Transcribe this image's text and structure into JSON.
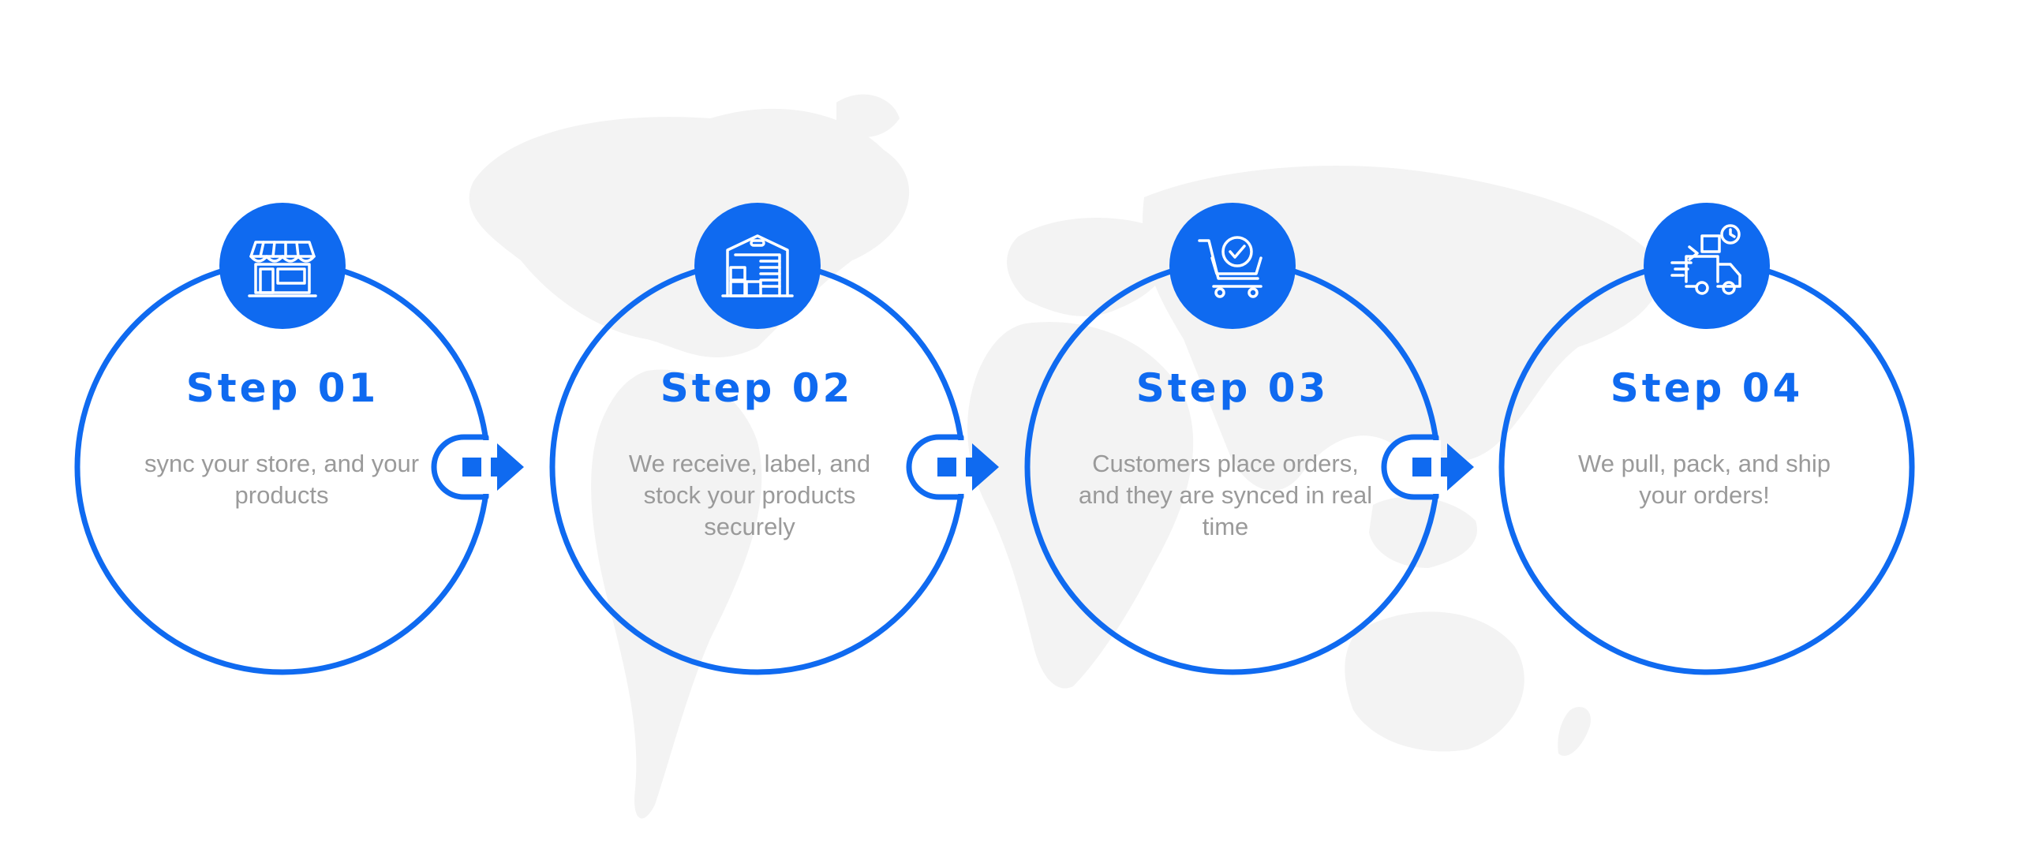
{
  "colors": {
    "accent": "#0f6af0",
    "text_muted": "#9a9a9a",
    "map": "#f3f3f3",
    "background": "#ffffff"
  },
  "steps": [
    {
      "title": "Step 01",
      "description": "sync your store, and your products",
      "icon": "storefront-icon"
    },
    {
      "title": "Step 02",
      "description": "We receive, label, and stock your products securely",
      "icon": "warehouse-icon"
    },
    {
      "title": "Step 03",
      "description": "Customers place orders, and they are synced in real time",
      "icon": "cart-check-icon"
    },
    {
      "title": "Step 04",
      "description": "We pull, pack, and ship your orders!",
      "icon": "delivery-truck-icon"
    }
  ],
  "connectors": [
    {
      "icon": "arrow-right-icon"
    },
    {
      "icon": "arrow-right-icon"
    },
    {
      "icon": "arrow-right-icon"
    }
  ],
  "background_decoration": {
    "icon": "world-map-icon"
  }
}
